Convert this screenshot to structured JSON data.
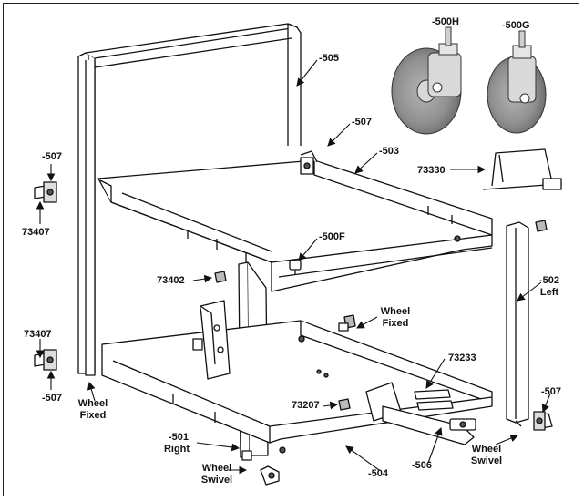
{
  "labels": {
    "p505": "-505",
    "p507_top": "-507",
    "p503": "-503",
    "p500h": "-500H",
    "p500g": "-500G",
    "p73330": "73330",
    "p507_left_top": "-507",
    "p73407_top": "73407",
    "p500f": "-500F",
    "p73402": "73402",
    "p502": "-502",
    "p502_sub": "Left",
    "wheel_fixed_mid": "Wheel",
    "wheel_fixed_mid_sub": "Fixed",
    "p73407_bottom": "73407",
    "p507_left_bottom": "-507",
    "p73233": "73233",
    "wheel_fixed_left": "Wheel",
    "wheel_fixed_left_sub": "Fixed",
    "p73207": "73207",
    "p507_right": "-507",
    "p501": "-501",
    "p501_sub": "Right",
    "wheel_swivel_right": "Wheel",
    "wheel_swivel_right_sub": "Swivel",
    "p506": "-506",
    "wheel_swivel_left": "Wheel",
    "wheel_swivel_left_sub": "Swivel",
    "p504": "-504"
  }
}
